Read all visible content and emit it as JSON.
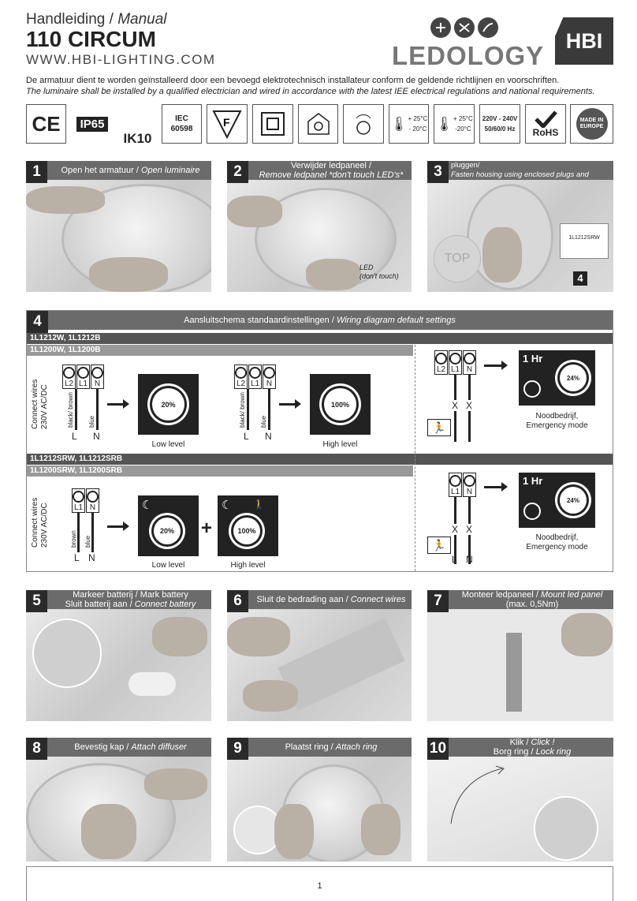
{
  "header": {
    "title_nl": "Handleiding /",
    "title_en": "Manual",
    "product": "110 CIRCUM",
    "website": "WWW.HBI-LIGHTING.COM",
    "brand1": "LEDOLOGY",
    "brand2": "HBI"
  },
  "intro": {
    "nl": "De armatuur dient te worden geïnstalleerd door een bevoegd elektrotechnisch installateur conform de geldende richtlijnen en voorschriften.",
    "en": "The luminaire shall be installed by a qualified electrician and wired in accordance with the latest IEE electrical regulations and national requirements."
  },
  "certs": {
    "ce": "CE",
    "ip": "IP65",
    "ik": "IK10",
    "iec": "IEC\n60598",
    "f": "F",
    "temp1_hi": "+ 25°C",
    "temp1_lo": "- 20°C",
    "temp2_hi": "+ 25°C",
    "temp2_lo": "-20°C",
    "voltage": "220V - 240V",
    "freq": "50/60/0 Hz",
    "rohs": "RoHS",
    "made": "MADE IN EUROPE"
  },
  "steps": {
    "s1": {
      "num": "1",
      "nl": "Open het armatuur /",
      "en": "Open luminaire"
    },
    "s2": {
      "num": "2",
      "nl": "Verwijder ledpaneel /",
      "en": "Remove ledpanel *don't touch LED's*",
      "callout1": "LED",
      "callout2": "(don't touch)"
    },
    "s3": {
      "num": "3",
      "nl": "Bevestig huis met bijgeleverde schroeven & pluggen/",
      "en": "Fasten housing using enclosed plugs and screws",
      "badge": "4",
      "label": "1L1212SRW",
      "top": "TOP"
    },
    "s5": {
      "num": "5",
      "nl": "Markeer batterij /",
      "en": "Mark battery",
      "nl2": "Sluit batterij aan /",
      "en2": "Connect battery"
    },
    "s6": {
      "num": "6",
      "nl": "Sluit de bedrading aan /",
      "en": "Connect wires"
    },
    "s7": {
      "num": "7",
      "nl": "Monteer ledpaneel /",
      "en": "Mount led panel",
      "sub": "(max. 0,5Nm)"
    },
    "s8": {
      "num": "8",
      "nl": "Bevestig kap /",
      "en": "Attach diffuser"
    },
    "s9": {
      "num": "9",
      "nl": "Plaatst ring /",
      "en": "Attach ring"
    },
    "s10": {
      "num": "10",
      "nl": "Klik /",
      "en": "Click !",
      "nl2": "Borg ring /",
      "en2": "Lock ring"
    }
  },
  "wiring": {
    "num": "4",
    "title_nl": "Aansluitschema standaardinstellingen /",
    "title_en": "Wiring diagram default settings",
    "bar1": "1L1212W, 1L1212B",
    "bar2": "1L1200W, 1L1200B",
    "bar3": "1L1212SRW, 1L1212SRB",
    "bar4": "1L1200SRW, 1L1200SRB",
    "connect1": "Connect wires",
    "connect2": "230V AC/DC",
    "t_L2": "L2",
    "t_L1": "L1",
    "t_N": "N",
    "w_blackbrown": "black/ brown",
    "w_blue": "blue",
    "w_brown": "brown",
    "L": "L",
    "N": "N",
    "pct20": "20%",
    "pct100": "100%",
    "pct24": "24%",
    "low": "Low level",
    "high": "High level",
    "hr": "1 Hr",
    "emergency_nl": "Noodbedrijf,",
    "emergency_en": "Emergency mode",
    "x": "X",
    "plus": "+"
  },
  "footer": {
    "page": "1"
  }
}
